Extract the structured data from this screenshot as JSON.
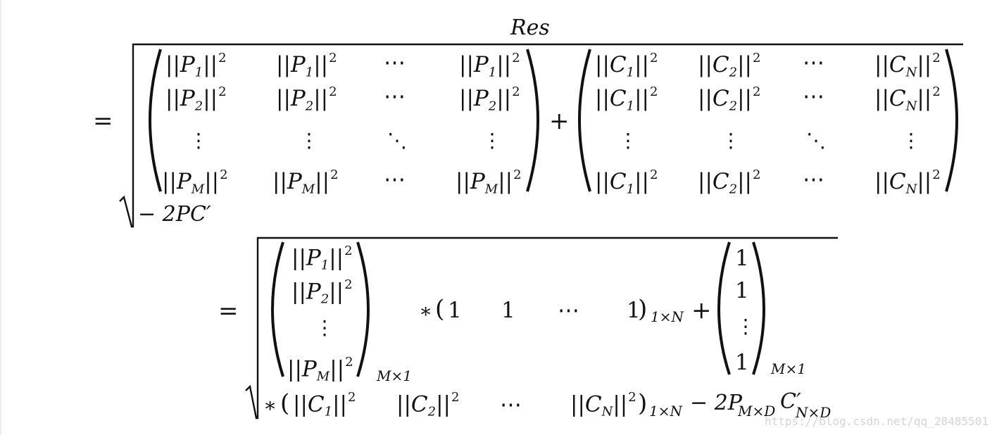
{
  "title": "Res",
  "eq1": {
    "equals": "=",
    "plus": "+",
    "tail": "− 2PC′",
    "matP": [
      [
        "||P1||2",
        "||P1||2",
        "⋯",
        "||P1||2"
      ],
      [
        "||P2||2",
        "||P2||2",
        "⋯",
        "||P2||2"
      ],
      [
        "⋮",
        "⋮",
        "⋱",
        "⋮"
      ],
      [
        "||PM||2",
        "||PM||2",
        "⋯",
        "||PM||2"
      ]
    ],
    "matC": [
      [
        "||C1||2",
        "||C2||2",
        "⋯",
        "||CN||2"
      ],
      [
        "||C1||2",
        "||C2||2",
        "⋯",
        "||CN||2"
      ],
      [
        "⋮",
        "⋮",
        "⋱",
        "⋮"
      ],
      [
        "||C1||2",
        "||C2||2",
        "⋯",
        "||CN||2"
      ]
    ]
  },
  "eq2": {
    "equals": "=",
    "colP": [
      "||P1||2",
      "||P2||2",
      "⋮",
      "||PM||2"
    ],
    "colP_size": "M×1",
    "times": "∗",
    "rowOnes": [
      "1",
      "1",
      "⋯",
      "1"
    ],
    "rowOnes_size": "1×N",
    "plus": "+",
    "colOnes": [
      "1",
      "1",
      "⋮",
      "1"
    ],
    "colOnes_size": "M×1",
    "rowC": [
      "||C1||2",
      "||C2||2",
      "⋯",
      "||CN||2"
    ],
    "rowC_size": "1×N",
    "tail": "− 2P",
    "tail_sub1": "M×D",
    "tail_C": "C′",
    "tail_sub2": "N×D"
  },
  "watermark": "https://blog.csdn.net/qq_28485501"
}
